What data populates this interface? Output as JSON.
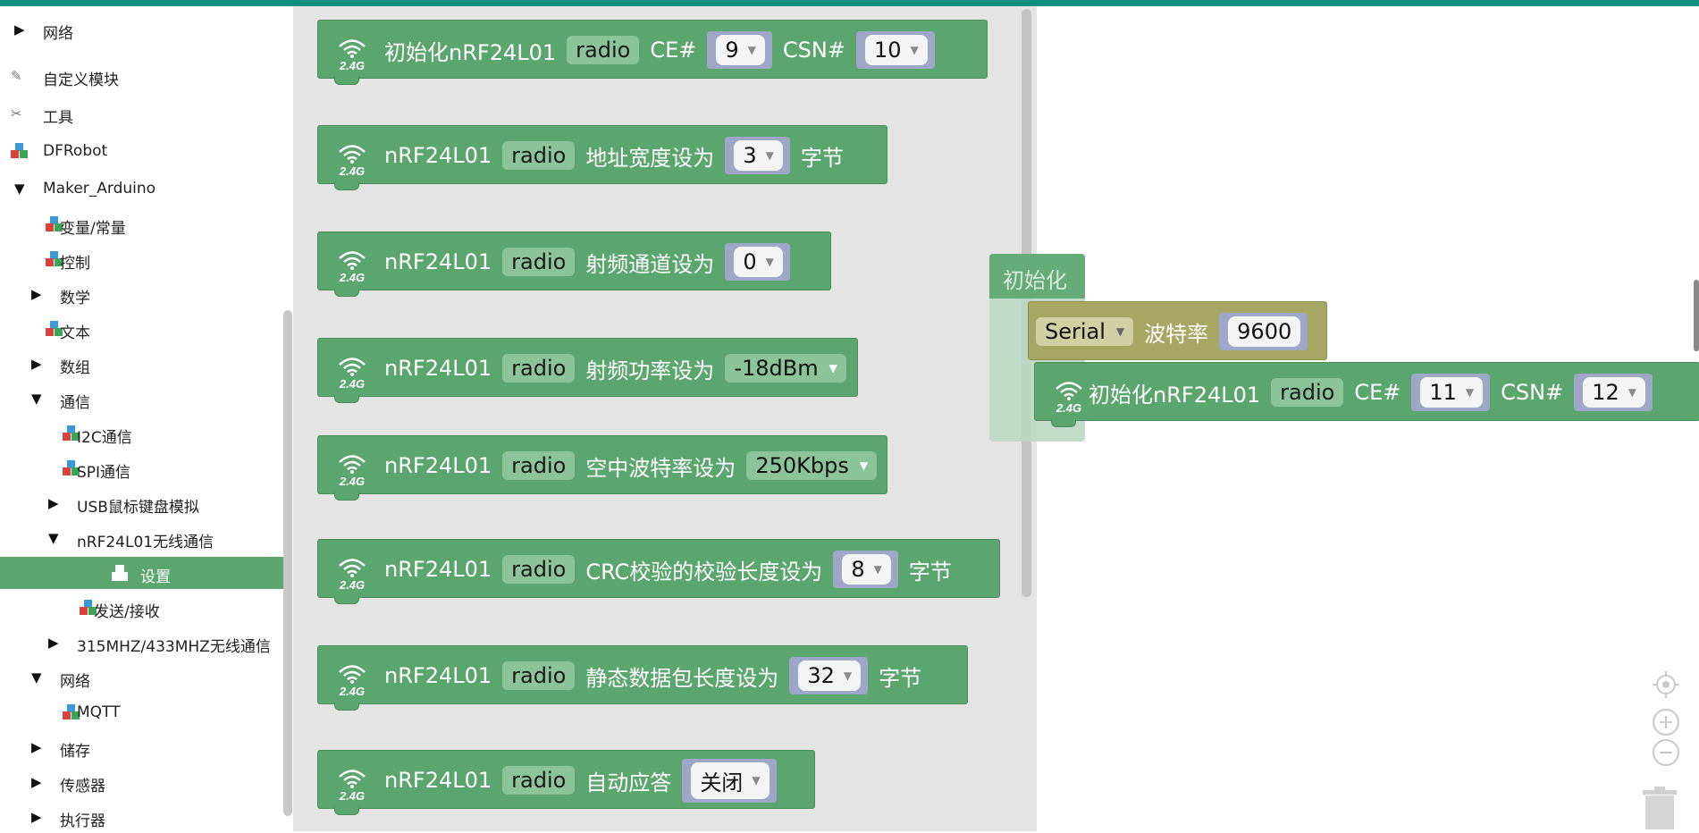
{
  "sidebar": {
    "items": [
      {
        "label": "网络",
        "type": "collapsed",
        "indent": 0,
        "bar": "#c0504d"
      },
      {
        "label": "自定义模块",
        "type": "icon",
        "icon": "pen-icon",
        "indent": 0,
        "bar": "#888888"
      },
      {
        "label": "工具",
        "type": "icon",
        "icon": "tools-icon",
        "indent": 0,
        "bar": "#555555"
      },
      {
        "label": "DFRobot",
        "type": "blocks",
        "indent": 0,
        "bar": "#c0504d"
      },
      {
        "label": "Maker_Arduino",
        "type": "expanded",
        "indent": 0,
        "bar": "#c8a26a"
      },
      {
        "label": "变量/常量",
        "type": "blocks",
        "indent": 1,
        "bar": "#b94c7a"
      },
      {
        "label": "控制",
        "type": "blocks",
        "indent": 1,
        "bar": "#5ba56f"
      },
      {
        "label": "数学",
        "type": "collapsed",
        "indent": 1,
        "bar": "#4a5fb0"
      },
      {
        "label": "文本",
        "type": "blocks",
        "indent": 1,
        "bar": "#5ba56f"
      },
      {
        "label": "数组",
        "type": "collapsed",
        "indent": 1,
        "bar": "#6a5cc0"
      },
      {
        "label": "通信",
        "type": "expanded",
        "indent": 1,
        "bar": "#5ba56f"
      },
      {
        "label": "I2C通信",
        "type": "blocks",
        "indent": 2,
        "bar": "#5ba56f"
      },
      {
        "label": "SPI通信",
        "type": "blocks",
        "indent": 2,
        "bar": "#5ba56f"
      },
      {
        "label": "USB鼠标键盘模拟",
        "type": "collapsed",
        "indent": 2,
        "bar": "#5ba56f"
      },
      {
        "label": "nRF24L01无线通信",
        "type": "expanded",
        "indent": 2,
        "bar": "#5ba56f"
      },
      {
        "label": "设置",
        "type": "selected",
        "indent": 3,
        "bar": "#5ba56f"
      },
      {
        "label": "发送/接收",
        "type": "blocks",
        "indent": 3,
        "bar": "#5ba56f"
      },
      {
        "label": "315MHZ/433MHZ无线通信",
        "type": "collapsed",
        "indent": 2,
        "bar": "#5ba56f"
      },
      {
        "label": "网络",
        "type": "expanded",
        "indent": 1,
        "bar": "#4a5fb0"
      },
      {
        "label": "MQTT",
        "type": "blocks",
        "indent": 2,
        "bar": "#4a5fb0"
      },
      {
        "label": "储存",
        "type": "collapsed",
        "indent": 1,
        "bar": "#c0504d"
      },
      {
        "label": "传感器",
        "type": "collapsed",
        "indent": 1,
        "bar": "#c8a26a"
      },
      {
        "label": "执行器",
        "type": "collapsed",
        "indent": 1,
        "bar": "#c0504d"
      }
    ]
  },
  "flyout": {
    "badge": "2.4G",
    "blocks": [
      {
        "parts": [
          {
            "t": "text",
            "v": "初始化nRF24L01"
          },
          {
            "t": "pill",
            "v": "radio"
          },
          {
            "t": "text",
            "v": "CE#"
          },
          {
            "t": "num",
            "v": "9"
          },
          {
            "t": "text",
            "v": "CSN#"
          },
          {
            "t": "num",
            "v": "10"
          }
        ]
      },
      {
        "parts": [
          {
            "t": "text",
            "v": "nRF24L01"
          },
          {
            "t": "pill",
            "v": "radio"
          },
          {
            "t": "text",
            "v": "地址宽度设为"
          },
          {
            "t": "num",
            "v": "3"
          },
          {
            "t": "text",
            "v": "字节"
          }
        ]
      },
      {
        "parts": [
          {
            "t": "text",
            "v": "nRF24L01"
          },
          {
            "t": "pill",
            "v": "radio"
          },
          {
            "t": "text",
            "v": "射频通道设为"
          },
          {
            "t": "num",
            "v": "0"
          }
        ]
      },
      {
        "parts": [
          {
            "t": "text",
            "v": "nRF24L01"
          },
          {
            "t": "pill",
            "v": "radio"
          },
          {
            "t": "text",
            "v": "射频功率设为"
          },
          {
            "t": "dd",
            "v": "-18dBm"
          }
        ]
      },
      {
        "parts": [
          {
            "t": "text",
            "v": "nRF24L01"
          },
          {
            "t": "pill",
            "v": "radio"
          },
          {
            "t": "text",
            "v": "空中波特率设为"
          },
          {
            "t": "dd",
            "v": "250Kbps"
          }
        ]
      },
      {
        "parts": [
          {
            "t": "text",
            "v": "nRF24L01"
          },
          {
            "t": "pill",
            "v": "radio"
          },
          {
            "t": "text",
            "v": "CRC校验的校验长度设为"
          },
          {
            "t": "num",
            "v": "8"
          },
          {
            "t": "text",
            "v": "字节"
          }
        ]
      },
      {
        "parts": [
          {
            "t": "text",
            "v": "nRF24L01"
          },
          {
            "t": "pill",
            "v": "radio"
          },
          {
            "t": "text",
            "v": "静态数据包长度设为"
          },
          {
            "t": "num",
            "v": "32"
          },
          {
            "t": "text",
            "v": "字节"
          }
        ]
      },
      {
        "parts": [
          {
            "t": "text",
            "v": "nRF24L01"
          },
          {
            "t": "pill",
            "v": "radio"
          },
          {
            "t": "text",
            "v": "自动应答"
          },
          {
            "t": "num",
            "v": "关闭"
          }
        ]
      }
    ]
  },
  "workspace": {
    "init_label": "初始化",
    "serial": {
      "port": "Serial",
      "baud_label": "波特率",
      "baud": "9600"
    },
    "nrf": {
      "parts": [
        {
          "t": "text",
          "v": "初始化nRF24L01"
        },
        {
          "t": "pill",
          "v": "radio"
        },
        {
          "t": "text",
          "v": "CE#"
        },
        {
          "t": "num",
          "v": "11"
        },
        {
          "t": "text",
          "v": "CSN#"
        },
        {
          "t": "num",
          "v": "12"
        }
      ]
    }
  },
  "colors": {
    "block_green": "#5ba56f",
    "serial_olive": "#a5a763",
    "accent_bar": "#10917e"
  }
}
